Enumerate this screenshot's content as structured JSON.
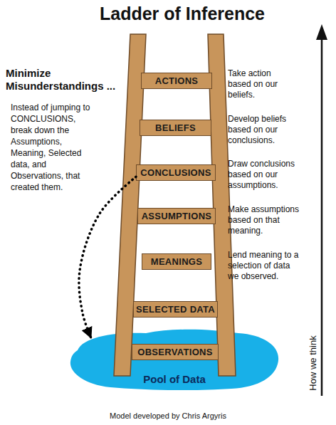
{
  "diagram": {
    "title": "Ladder of Inference",
    "caption": "Model developed by Chris Argyris",
    "nodes": [
      {
        "text": [
          "ACTIONS"
        ]
      },
      {
        "text": [
          "BELIEFS"
        ]
      },
      {
        "text": [
          "CONCLUSIONS"
        ]
      },
      {
        "text": [
          "ASSUMPTIONS"
        ]
      },
      {
        "text": [
          "MEANINGS"
        ]
      },
      {
        "text": [
          "SELECTED DATA"
        ]
      },
      {
        "text": [
          "OBSERVATIONS"
        ]
      },
      {
        "text": [
          "Pool of Data"
        ]
      }
    ],
    "edges": [
      {
        "from": 2,
        "to": 7,
        "arrow": "to"
      }
    ],
    "labels": [
      "Minimize Misunderstandings ...",
      "Instead of jumping to CONCLUSIONS, break down the Assumptions, Meaning, Selected data, and Observations, that created them.",
      "Take action based on our beliefs.",
      "Develop beliefs based on our conclusions.",
      "Draw conclusions based on our assumptions.",
      "Make assumptions based on that meaning.",
      "Lend meaning to a selection of data we observed.",
      "How we think"
    ]
  }
}
